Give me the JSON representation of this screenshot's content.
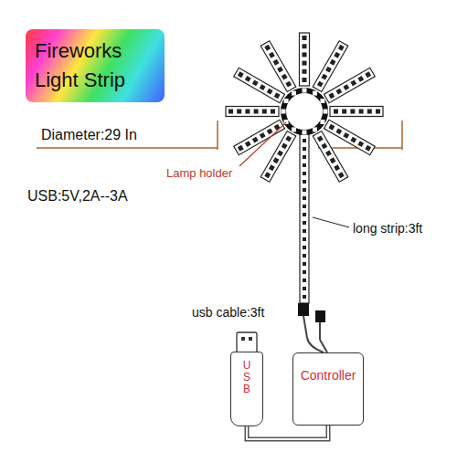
{
  "diagram": {
    "title": "Fireworks Light Strip",
    "nodes": [
      {
        "text": [
          "USB"
        ]
      },
      {
        "text": [
          "Controller"
        ]
      }
    ],
    "edges": [
      {
        "from": 0,
        "to": 1,
        "arrow": "none"
      }
    ],
    "labels": [
      "Diameter:29 In",
      "Lamp holder",
      "USB:5V,2A--3A",
      "long strip:3ft",
      "usb cable:3ft"
    ]
  }
}
